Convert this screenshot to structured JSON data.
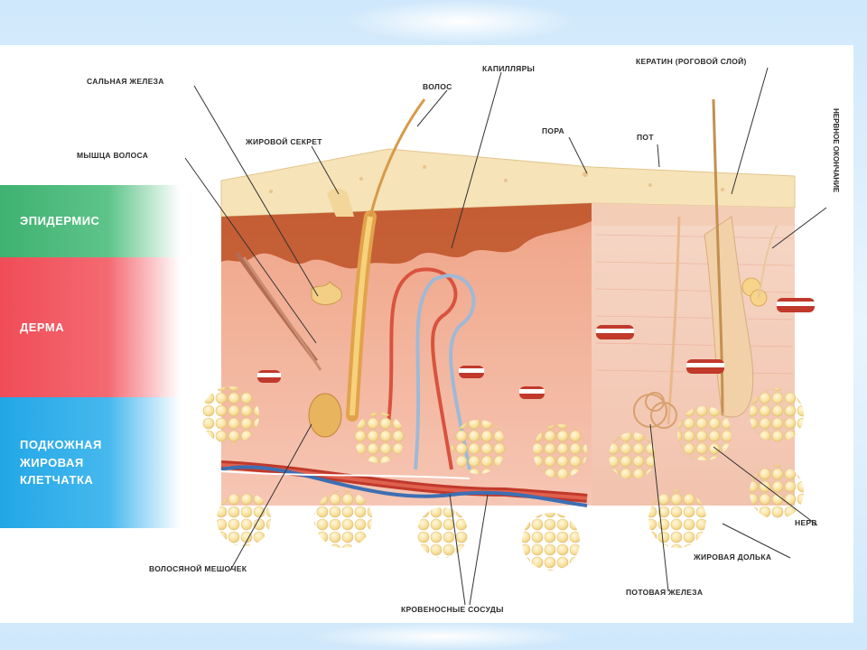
{
  "layers": {
    "epidermis": "ЭПИДЕРМИС",
    "dermis": "ДЕРМА",
    "subcutaneous_1": "ПОДКОЖНАЯ",
    "subcutaneous_2": "ЖИРОВАЯ",
    "subcutaneous_3": "КЛЕТЧАТКА"
  },
  "labels": {
    "sebaceous_gland": "САЛЬНАЯ ЖЕЛЕЗА",
    "hair_muscle": "МЫШЦА ВОЛОСА",
    "sebum": "ЖИРОВОЙ СЕКРЕТ",
    "hair": "ВОЛОС",
    "capillaries": "КАПИЛЛЯРЫ",
    "pore": "ПОРА",
    "sweat": "ПОТ",
    "keratin": "КЕРАТИН (РОГОВОЙ СЛОЙ)",
    "nerve_ending": "НЕРВНОЕ ОКОНЧАНИЕ",
    "nerve": "НЕРВ",
    "fat_lobule": "ЖИРОВАЯ ДОЛЬКА",
    "sweat_gland": "ПОТОВАЯ ЖЕЛЕЗА",
    "hair_follicle": "ВОЛОСЯНОЙ МЕШОЧЕК",
    "blood_vessels": "КРОВЕНОСНЫЕ СОСУДЫ"
  },
  "colors": {
    "epidermis_band": "#3fb170",
    "dermis_band": "#f04c57",
    "fat_band": "#22a7e6",
    "skin_surface": "#f6e3b8",
    "dermis_tissue": "#f3b9a4",
    "fat_tissue": "#f8dc95"
  }
}
